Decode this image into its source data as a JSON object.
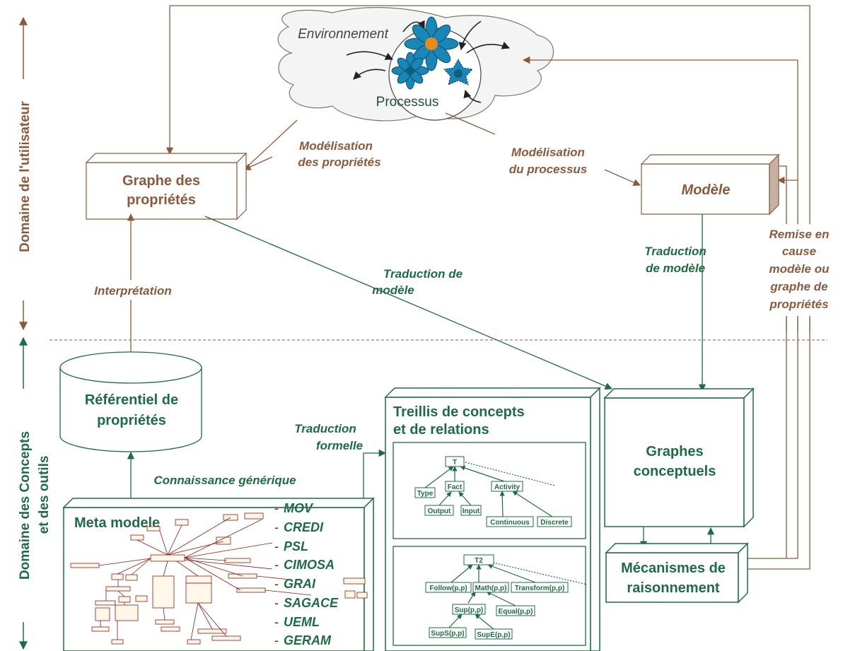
{
  "side": {
    "user_domain": "Domaine de l'utilisateur",
    "concepts_domain_line1": "Domaine des Concepts",
    "concepts_domain_line2": "et des outils"
  },
  "env": {
    "environnement": "Environnement",
    "processus": "Processus"
  },
  "user": {
    "modelisation_proprietes_1": "Modélisation",
    "modelisation_proprietes_2": "des propriétés",
    "modelisation_processus_1": "Modélisation",
    "modelisation_processus_2": "du processus",
    "graphe_1": "Graphe des",
    "graphe_2": "propriétés",
    "modele": "Modèle",
    "interpretation": "Interprétation",
    "traduction_modele_mid_1": "Traduction de",
    "traduction_modele_mid_2": "modèle",
    "traduction_modele_right_1": "Traduction",
    "traduction_modele_right_2": "de modèle",
    "remise_1": "Remise en",
    "remise_2": "cause",
    "remise_3": "modèle ou",
    "remise_4": "graphe de",
    "remise_5": "propriétés"
  },
  "concepts": {
    "referentiel_1": "Référentiel de",
    "referentiel_2": "propriétés",
    "traduction_formelle_1": "Traduction",
    "traduction_formelle_2": "formelle",
    "connaissance": "Connaissance générique",
    "meta_modele": "Meta modele",
    "languages": [
      "MOV",
      "CREDI",
      "PSL",
      "CIMOSA",
      "GRAI",
      "SAGACE",
      "UEML",
      "GERAM"
    ],
    "treillis_1": "Treillis de concepts",
    "treillis_2": "et de relations",
    "graphes_1": "Graphes",
    "graphes_2": "conceptuels",
    "mecanismes_1": "Mécanismes de",
    "mecanismes_2": "raisonnement"
  },
  "lattice1": {
    "top": "T",
    "nodes": [
      "Type",
      "Fact",
      "Activity",
      "Output",
      "Input",
      "Continuous",
      "Discrete"
    ]
  },
  "lattice2": {
    "top": "T2",
    "nodes": [
      "Follow(p,p)",
      "Math(p,p)",
      "Transform(p,p)",
      "Sup(p,p)",
      "Equal(p,p)",
      "SupS(p,p)",
      "SupE(p,p)"
    ]
  },
  "colors": {
    "brown": "#8B5A3C",
    "green": "#1F6B45",
    "cloud_fill": "#F4F4F4"
  }
}
